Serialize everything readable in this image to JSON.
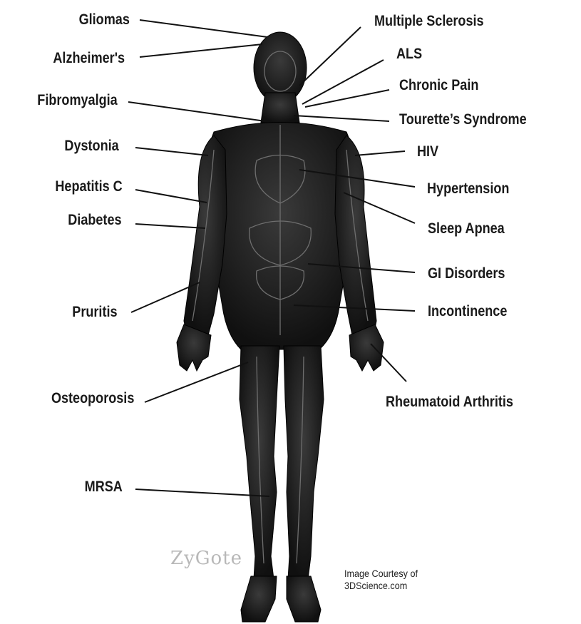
{
  "figure": {
    "left_labels": [
      {
        "id": "gliomas",
        "text": "Gliomas"
      },
      {
        "id": "alzheimers",
        "text": "Alzheimer's"
      },
      {
        "id": "fibromyalgia",
        "text": "Fibromyalgia"
      },
      {
        "id": "dystonia",
        "text": "Dystonia"
      },
      {
        "id": "hepatitis-c",
        "text": "Hepatitis C"
      },
      {
        "id": "diabetes",
        "text": "Diabetes"
      },
      {
        "id": "pruritis",
        "text": "Pruritis"
      },
      {
        "id": "osteoporosis",
        "text": "Osteoporosis"
      },
      {
        "id": "mrsa",
        "text": "MRSA"
      }
    ],
    "right_labels": [
      {
        "id": "multiple-sclerosis",
        "text": "Multiple Sclerosis"
      },
      {
        "id": "als",
        "text": "ALS"
      },
      {
        "id": "chronic-pain",
        "text": "Chronic Pain"
      },
      {
        "id": "tourettes",
        "text": "Tourette’s Syndrome"
      },
      {
        "id": "hiv",
        "text": "HIV"
      },
      {
        "id": "hypertension",
        "text": "Hypertension"
      },
      {
        "id": "sleep-apnea",
        "text": "Sleep Apnea"
      },
      {
        "id": "gi-disorders",
        "text": "GI Disorders"
      },
      {
        "id": "incontinence",
        "text": "Incontinence"
      },
      {
        "id": "rheumatoid-arthritis",
        "text": "Rheumatoid Arthritis"
      }
    ],
    "credit_line1": "Image Courtesy of",
    "credit_line2": "3DScience.com",
    "watermark": "ZyGote"
  }
}
